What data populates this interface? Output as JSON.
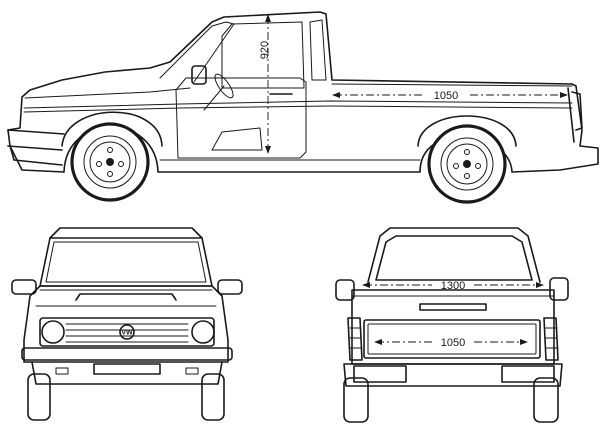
{
  "views": {
    "side": {
      "view_name": "side-view"
    },
    "front": {
      "view_name": "front-view"
    },
    "rear": {
      "view_name": "rear-view"
    }
  },
  "dimensions": {
    "cab_height": "920",
    "bed_length_side": "1050",
    "bed_width_rear": "1300",
    "tailgate_width_rear": "1050"
  },
  "badge": {
    "text": "VW"
  },
  "colors": {
    "ink": "#1a1a1a",
    "paper": "#ffffff"
  }
}
